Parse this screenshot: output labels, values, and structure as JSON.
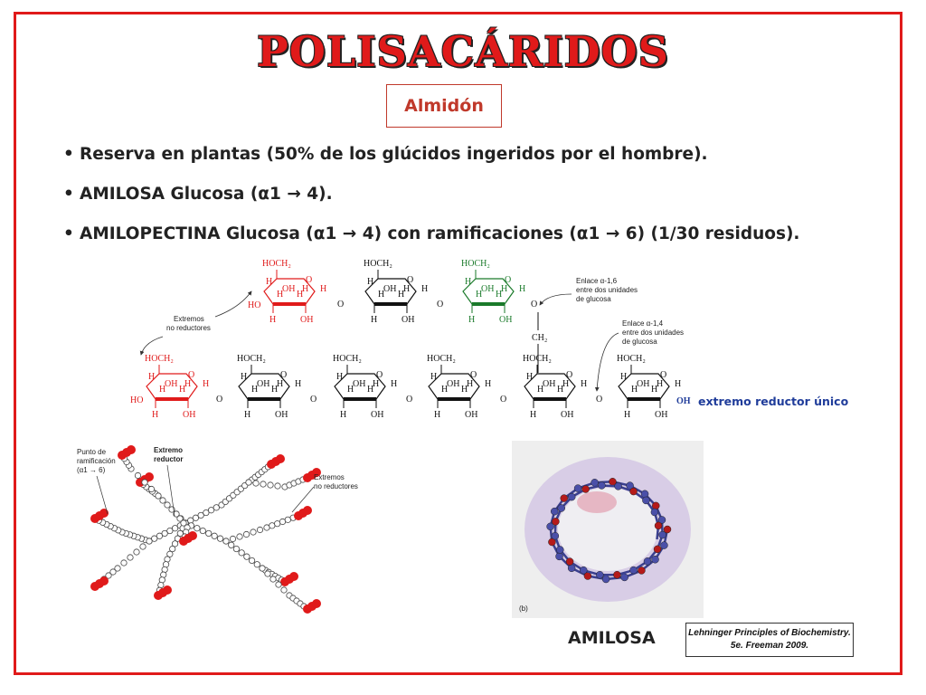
{
  "title": "POLISACÁRIDOS",
  "subtitle": "Almidón",
  "bullets": [
    "Reserva en plantas (50% de los glúcidos ingeridos por el hombre).",
    "AMILOSA Glucosa (α1 → 4).",
    "AMILOPECTINA Glucosa (α1 → 4) con ramificaciones (α1 → 6) (1/30 residuos)."
  ],
  "structure": {
    "hoch2": "HOCH₂",
    "h": "H",
    "oh": "OH",
    "ho": "HO",
    "o": "O",
    "ch2": "CH₂",
    "enlace16": [
      "Enlace α-1,6",
      "entre dos unidades",
      "de glucosa"
    ],
    "enlace14": [
      "Enlace α-1,4",
      "entre dos unidades",
      "de glucosa"
    ],
    "extremos_no_reductores": [
      "Extremos",
      "no reductores"
    ],
    "extremo_reductor_unico": "extremo reductor único",
    "colors": {
      "red": "#e01a1a",
      "green": "#1a7a2a",
      "black": "#111111",
      "blue": "#1f3c9a"
    }
  },
  "branch_diagram": {
    "punto": [
      "Punto de",
      "ramificación",
      "(α1 → 6)"
    ],
    "extremo_reductor": [
      "Extremo",
      "reductor"
    ],
    "extremos_no_reductores": [
      "Extremos",
      "no reductores"
    ]
  },
  "amilosa_image": {
    "panel_label": "(b)"
  },
  "amilosa_label": "AMILOSA",
  "credit": [
    "Lehninger Principles of Biochemistry.",
    "5e. Freeman 2009."
  ]
}
